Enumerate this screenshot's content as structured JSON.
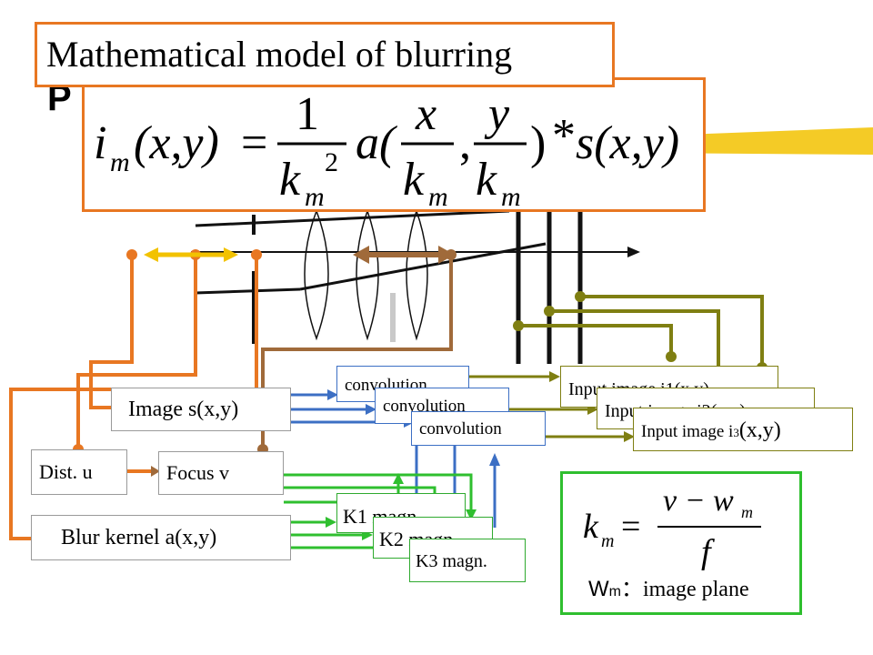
{
  "slide": {
    "title": "Mathematical model of blurring",
    "partial_heading": "P"
  },
  "formula_main": {
    "lhs": "i",
    "lhs_sub": "m",
    "lhs_args": "(x,y)",
    "equals": "=",
    "frac_num": "1",
    "frac_den": "k",
    "frac_den_sub": "m",
    "frac_den_sup": "2",
    "kernel_func": "a(",
    "x_num": "x",
    "y_num": "y",
    "k_den": "k",
    "k_den_sub": "m",
    "comma": ",",
    "close_paren": ")",
    "conv": "*",
    "source": "s(x,y)"
  },
  "blocks": {
    "image": "Image   s(x,y)",
    "dist": "Dist. u",
    "focus": "Focus   v",
    "blur_kernel": "Blur kernel   a(x,y)",
    "convolution_1": "convolution",
    "convolution_2": "convolution",
    "convolution_3": "convolution",
    "k1": "K1 magn.",
    "k2": "K2 magn.",
    "k3": "K3 magn.",
    "input_1": "Input image i1(x,y)",
    "input_2": "Input image i2(x,y)",
    "input_3_label": "Input image i",
    "input_3_sub": "3",
    "input_3_args": "(x,y)"
  },
  "formula_k": {
    "lhs": "k",
    "lhs_sub": "m",
    "equals": "=",
    "num": "v − w",
    "num_sub": "m",
    "den": "f"
  },
  "wm_note": {
    "symbol": "W",
    "symbol_sub": "m",
    "text": "：image plane"
  },
  "colors": {
    "orange": "#e87722",
    "brown": "#a06a3a",
    "olive": "#7f7f12",
    "blue": "#3c6fc4",
    "green": "#2fbf2f",
    "yellow": "#f2c200"
  }
}
